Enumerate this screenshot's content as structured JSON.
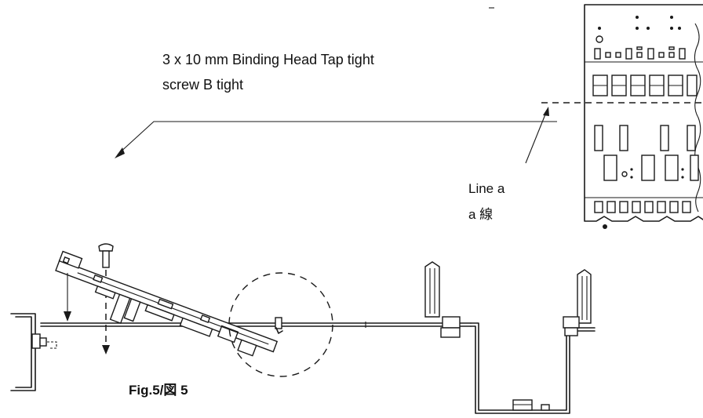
{
  "labels": {
    "screw_line_1": "3 x 10 mm Binding Head Tap tight",
    "screw_line_2": "screw B tight",
    "line_label_en": "Line a",
    "line_label_ja": "a 線",
    "figure_caption": "Fig.5/図 5"
  }
}
